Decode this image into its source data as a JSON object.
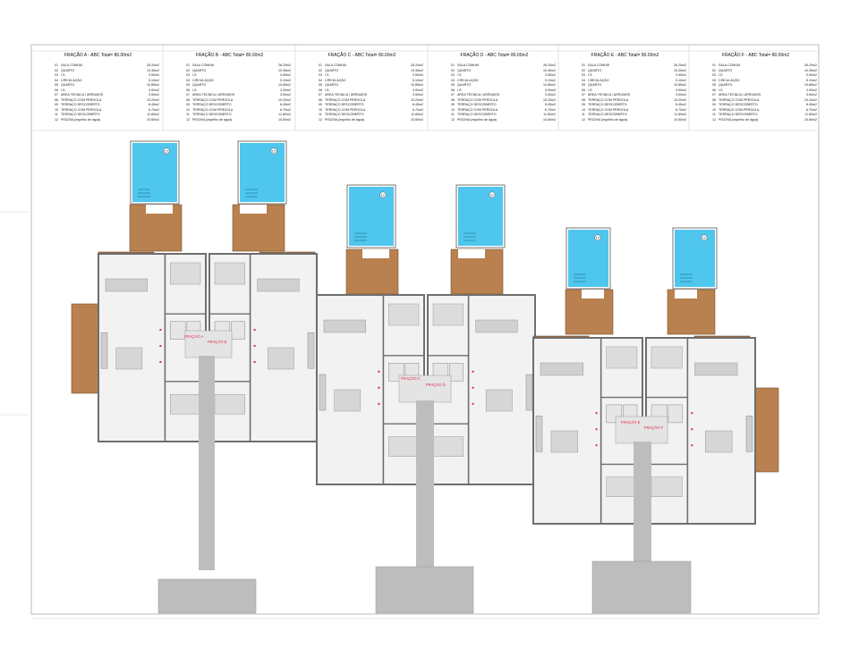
{
  "fractions": [
    {
      "title": "FRAÇÃO A - ABC Total= 80.00m2",
      "plan_label": "FRAÇÃO A"
    },
    {
      "title": "FRAÇÃO B - ABC Total= 80.00m2",
      "plan_label": "FRAÇÃO B"
    },
    {
      "title": "FRAÇÃO C - ABC Total= 80.00m2",
      "plan_label": "FRAÇÃO C"
    },
    {
      "title": "FRAÇÃO D - ABC Total= 80.00m2",
      "plan_label": "FRAÇÃO D"
    },
    {
      "title": "FRAÇÃO E - ABC Total= 80.00m2",
      "plan_label": "FRAÇÃO E"
    },
    {
      "title": "FRAÇÃO F - ABC Total= 80.00m2",
      "plan_label": "FRAÇÃO F"
    }
  ],
  "rooms": [
    {
      "n": "01",
      "label": "SALA COMUM",
      "area": "26.20m2"
    },
    {
      "n": "02",
      "label": "QUARTO",
      "area": "10.35m2"
    },
    {
      "n": "03",
      "label": "I.S.",
      "area": "3.90m2"
    },
    {
      "n": "04",
      "label": "CIRCULAÇÃO",
      "area": "5.10m2"
    },
    {
      "n": "05",
      "label": "QUARTO",
      "area": "10.85m2"
    },
    {
      "n": "06",
      "label": "I.S.",
      "area": "3.90m2"
    },
    {
      "n": "07",
      "label": "ÁREA TÉCNICA / ARRUMOS",
      "area": "3.50m2"
    },
    {
      "n": "08",
      "label": "TERRAÇO COM PÉRGOLA",
      "area": "10.20m2"
    },
    {
      "n": "09",
      "label": "TERRAÇO DESCOBERTO",
      "area": "8.45m2"
    },
    {
      "n": "10",
      "label": "TERRAÇO COM PÉRGOLA",
      "area": "6.70m2"
    },
    {
      "n": "11",
      "label": "TERRAÇO DESCOBERTO",
      "area": "11.80m2"
    },
    {
      "n": "12",
      "label": "PISCINA (espelho de água)",
      "area": "10.50m2"
    }
  ],
  "pool_number": "12",
  "colors": {
    "line": "#b8b8b8",
    "wall": "#6e6e6e",
    "deck": "#b8814f",
    "pergola": "#a87446",
    "pool": "#4fc6ee",
    "floor": "#f2f2f2",
    "road": "#bdbdbd",
    "label": "#e2254a"
  }
}
